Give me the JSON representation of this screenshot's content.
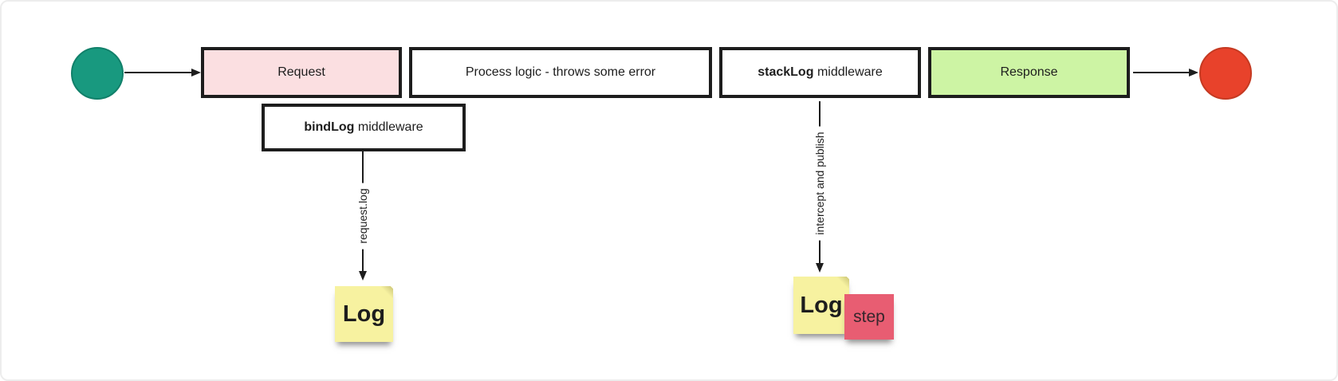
{
  "flow": {
    "nodes": {
      "start": {
        "shape": "circle",
        "color": "#18997f"
      },
      "end": {
        "shape": "circle",
        "color": "#e8422b"
      }
    },
    "boxes": {
      "request": {
        "label": "Request",
        "fill": "#fbdfe1"
      },
      "process": {
        "label": "Process logic - throws some error",
        "fill": "#ffffff"
      },
      "stacklog": {
        "label_bold": "stackLog",
        "label_rest": "middleware",
        "fill": "#ffffff"
      },
      "response": {
        "label": "Response",
        "fill": "#cdf4a4"
      },
      "bindlog": {
        "label_bold": "bindLog",
        "label_rest": "middleware",
        "fill": "#ffffff"
      }
    },
    "edges": {
      "bindlog_to_log": {
        "label": "request.log"
      },
      "stacklog_to_log": {
        "label": "intercept and publish"
      }
    },
    "stickies": {
      "log1": {
        "label": "Log",
        "color": "#f7f2a0"
      },
      "log2": {
        "label": "Log",
        "color": "#f7f2a0"
      },
      "step": {
        "label": "step",
        "color": "#e85d72"
      }
    },
    "colors": {
      "stroke": "#1d1d1d",
      "canvas_border": "#ededed"
    }
  }
}
